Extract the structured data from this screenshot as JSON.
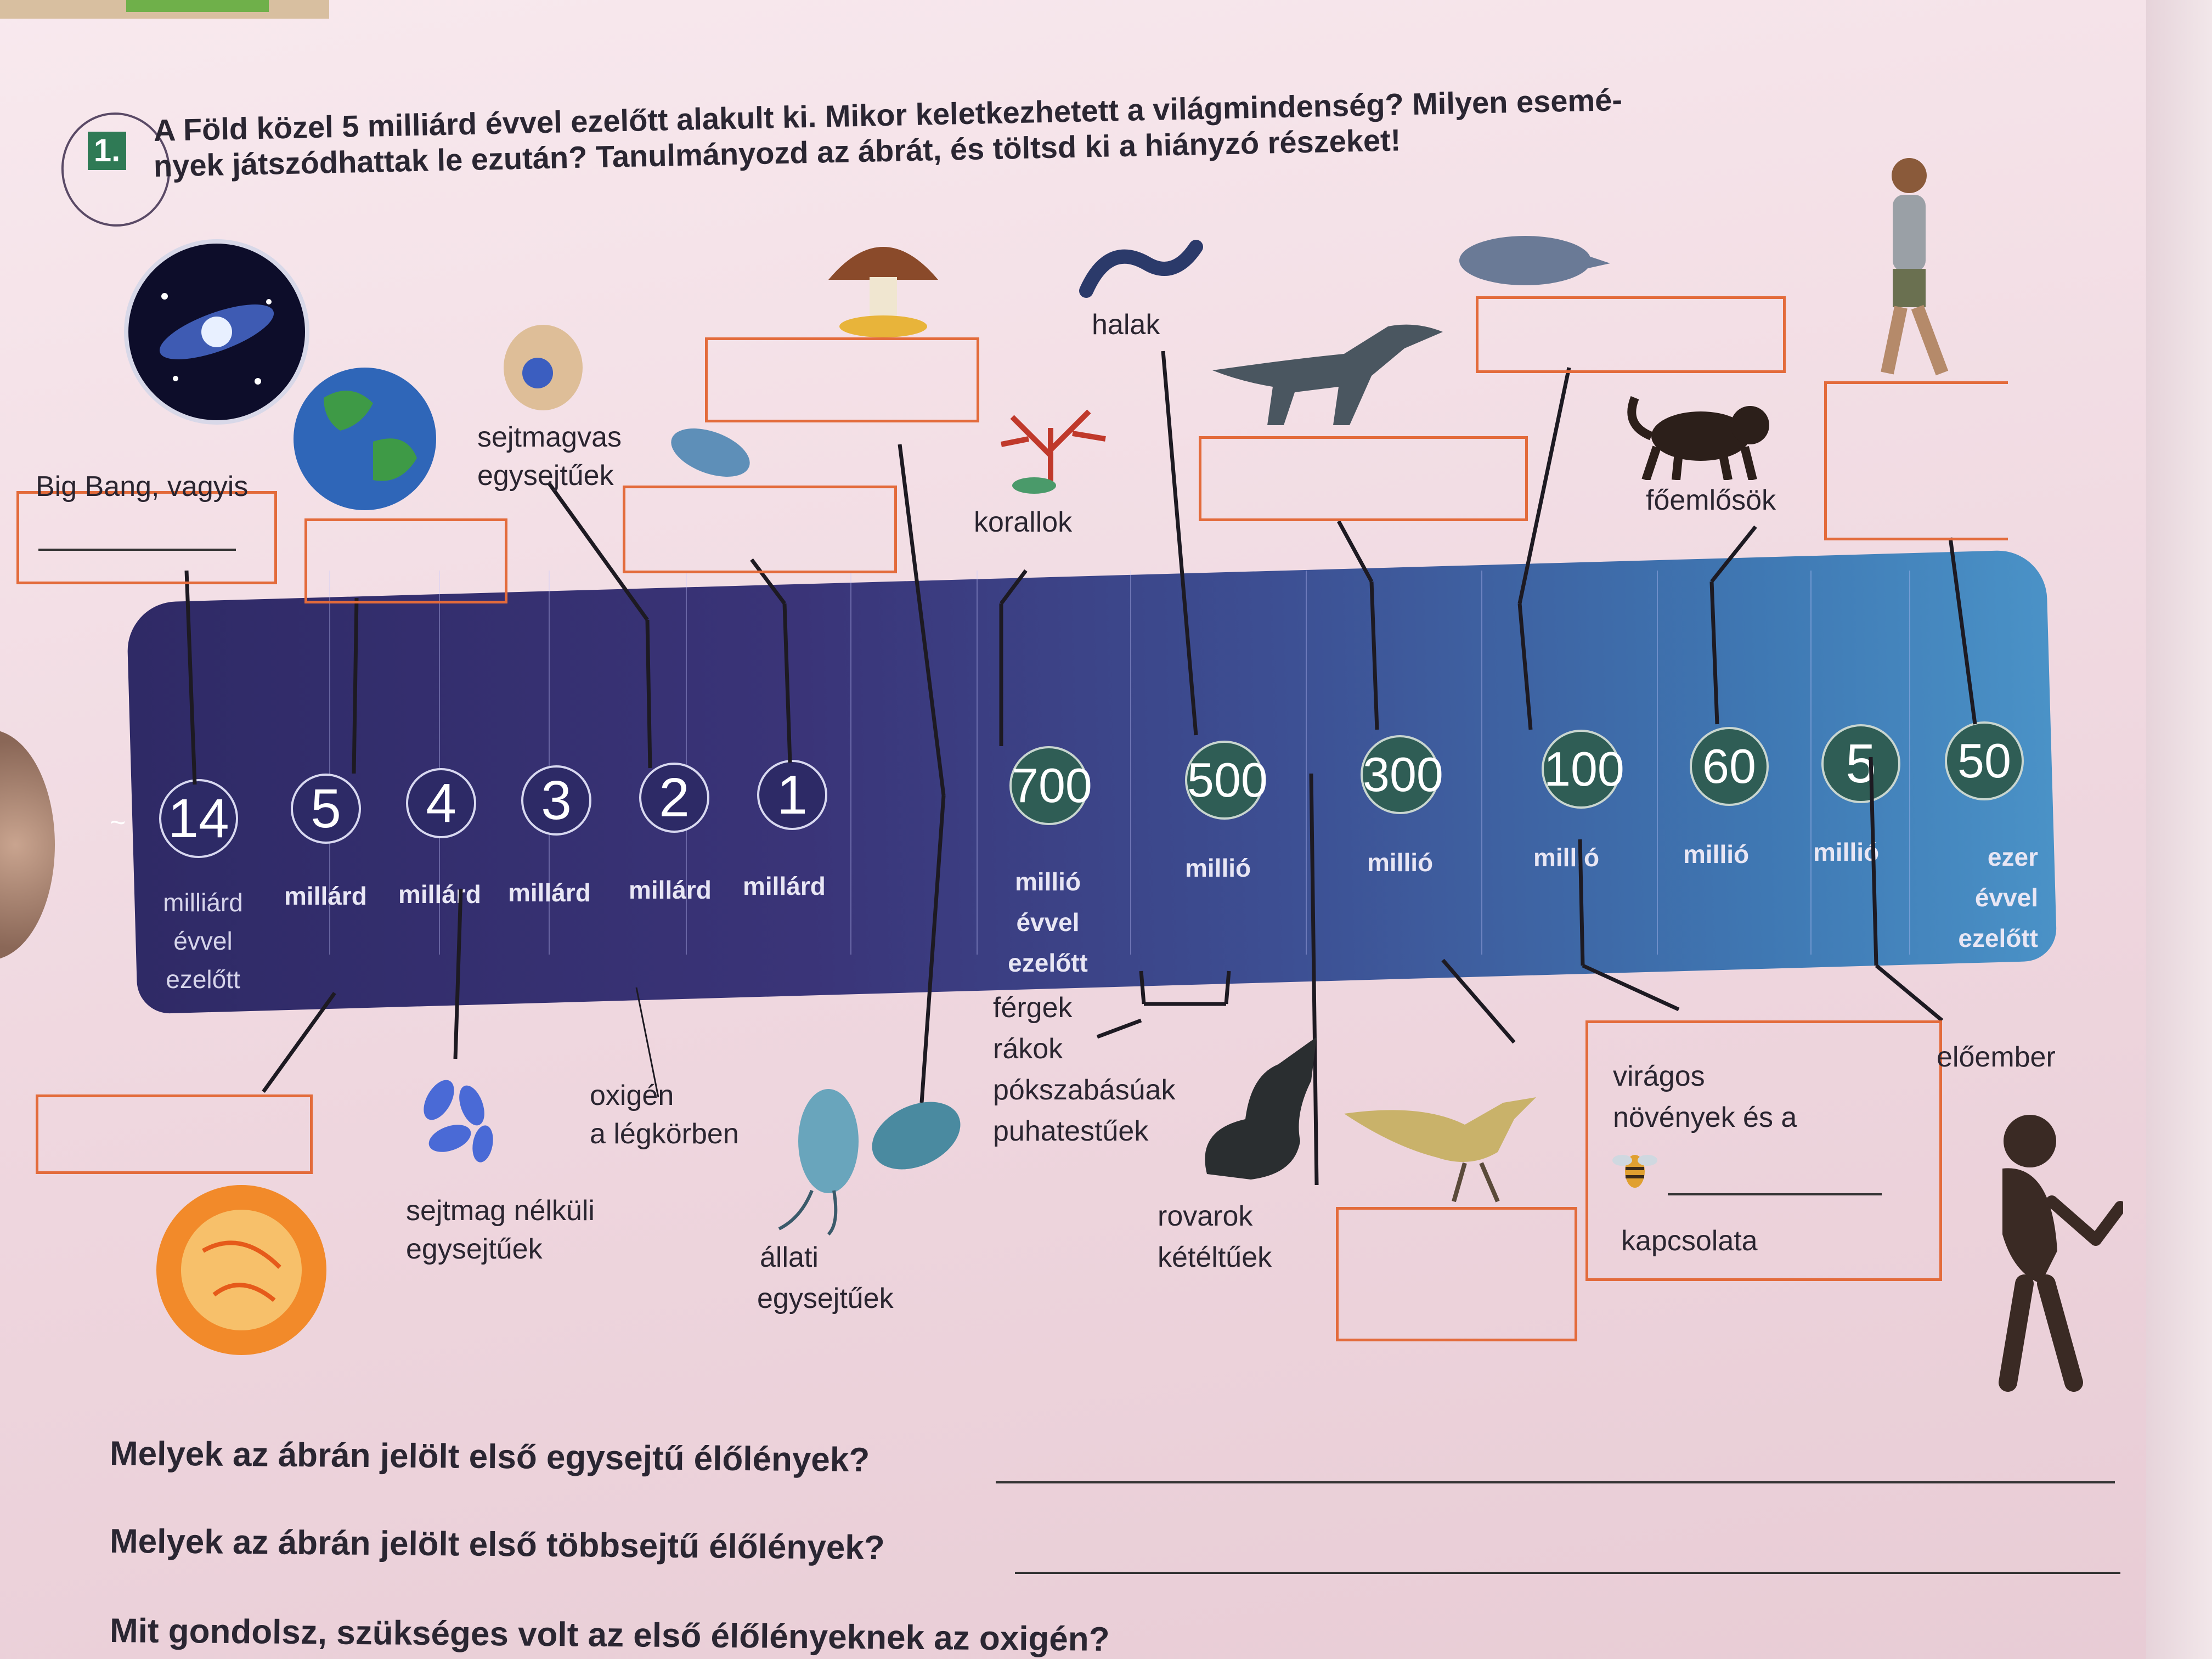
{
  "exercise": {
    "number": "1.",
    "question_line1": "A Föld közel 5 milliárd évvel ezelőtt alakult ki. Mikor keletkezhetett a világmindenség? Milyen esemé-",
    "question_line2": "nyek játszódhattak le ezután? Tanulmányozd az ábrát, és töltsd ki a hiányzó részeket!"
  },
  "timeline": {
    "tilde": "~",
    "points": [
      {
        "value": "14",
        "unit": "milliárd évvel ezelőtt"
      },
      {
        "value": "5",
        "unit": "millárd"
      },
      {
        "value": "4",
        "unit": "millárd"
      },
      {
        "value": "3",
        "unit": "millárd"
      },
      {
        "value": "2",
        "unit": "millárd"
      },
      {
        "value": "1",
        "unit": "millárd"
      },
      {
        "value": "700",
        "unit": "millió évvel ezelőtt"
      },
      {
        "value": "500",
        "unit": "millió"
      },
      {
        "value": "300",
        "unit": "millió"
      },
      {
        "value": "100",
        "unit": "millió"
      },
      {
        "value": "60",
        "unit": "millió"
      },
      {
        "value": "5",
        "unit": "millió"
      },
      {
        "value": "50",
        "unit": "ezer évvel ezelőtt"
      }
    ]
  },
  "labels": {
    "big_bang": "Big Bang, vagyis",
    "nucleated_cells_1": "sejtmagvas",
    "nucleated_cells_2": "egysejtűek",
    "fishes": "halak",
    "corals": "korallok",
    "primates": "főemlősök",
    "oxygen_1": "oxigén",
    "oxygen_2": "a légkörben",
    "prokaryotes_1": "sejtmag nélküli",
    "prokaryotes_2": "egysejtűek",
    "animal_cells_1": "állati",
    "animal_cells_2": "egysejtűek",
    "worms": "férgek",
    "crabs": "rákok",
    "arachnids": "pókszabásúak",
    "molluscs": "puhatestűek",
    "insects": "rovarok",
    "amphibians": "kétéltűek",
    "flowers_1": "virágos",
    "flowers_2": "növények és a",
    "flowers_3": "kapcsolata",
    "early_human": "előember"
  },
  "bottom_questions": [
    "Melyek az ábrán jelölt első egysejtű élőlények?",
    "Melyek az ábrán jelölt első többsejtű élőlények?",
    "Mit gondolsz, szükséges volt az első élőlényeknek az oxigén?"
  ],
  "icons": [
    "galaxy-icon",
    "earth-icon",
    "cell-icon",
    "mushroom-icon",
    "bacteria-icon",
    "eel-icon",
    "coral-icon",
    "dinosaur-icon",
    "mole-icon",
    "monkey-icon",
    "walking-man-icon",
    "sun-icon",
    "prokaryote-cluster-icon",
    "protozoa-icon",
    "amphibian-icon",
    "bird-icon",
    "bee-icon",
    "caveman-icon"
  ]
}
